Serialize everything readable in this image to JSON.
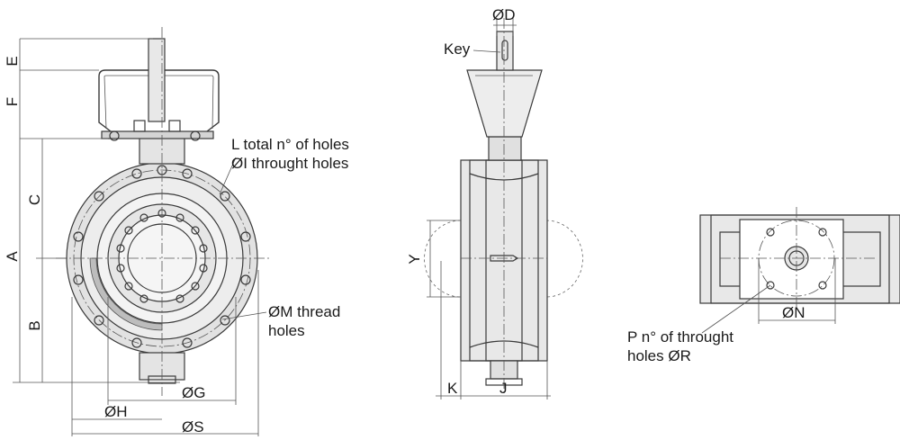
{
  "labels": {
    "E": "E",
    "F": "F",
    "C": "C",
    "A": "A",
    "B": "B",
    "D": "ØD",
    "key": "Key",
    "L_line1": "L total n° of holes",
    "L_line2": "ØI throught holes",
    "M_line1": "ØM thread",
    "M_line2": "holes",
    "G": "ØG",
    "H": "ØH",
    "S": "ØS",
    "Y": "Y",
    "K": "K",
    "J": "J",
    "N": "ØN",
    "P_line1": "P n° of  throught",
    "P_line2": "holes ØR"
  },
  "colors": {
    "line": "#3a3a3a",
    "body_fill": "#d9d9d9",
    "light_fill": "#eeeeee",
    "background": "#ffffff"
  }
}
